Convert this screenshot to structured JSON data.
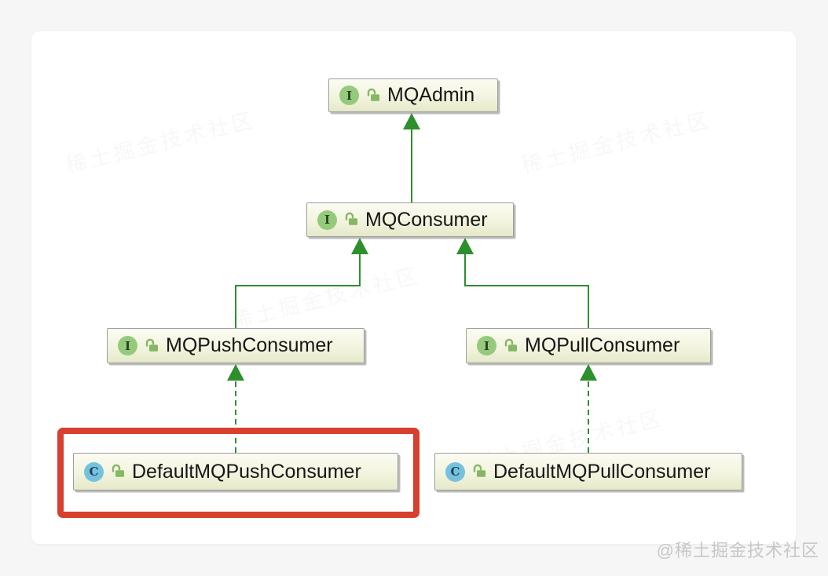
{
  "diagram": {
    "nodes": [
      {
        "label": "MQAdmin",
        "kind": "interface",
        "icon_letter": "I",
        "visibility": "public"
      },
      {
        "label": "MQConsumer",
        "kind": "interface",
        "icon_letter": "I",
        "visibility": "public"
      },
      {
        "label": "MQPushConsumer",
        "kind": "interface",
        "icon_letter": "I",
        "visibility": "public"
      },
      {
        "label": "MQPullConsumer",
        "kind": "interface",
        "icon_letter": "I",
        "visibility": "public"
      },
      {
        "label": "DefaultMQPushConsumer",
        "kind": "class",
        "icon_letter": "C",
        "visibility": "public",
        "highlighted": true
      },
      {
        "label": "DefaultMQPullConsumer",
        "kind": "class",
        "icon_letter": "C",
        "visibility": "public"
      }
    ],
    "edges": [
      {
        "from": "MQConsumer",
        "to": "MQAdmin",
        "type": "extends",
        "style": "solid"
      },
      {
        "from": "MQPushConsumer",
        "to": "MQConsumer",
        "type": "extends",
        "style": "solid"
      },
      {
        "from": "MQPullConsumer",
        "to": "MQConsumer",
        "type": "extends",
        "style": "solid"
      },
      {
        "from": "DefaultMQPushConsumer",
        "to": "MQPushConsumer",
        "type": "implements",
        "style": "dashed"
      },
      {
        "from": "DefaultMQPullConsumer",
        "to": "MQPullConsumer",
        "type": "implements",
        "style": "dashed"
      }
    ],
    "colors": {
      "arrow_green": "#2e8f2e",
      "interface_badge": "#95ca7c",
      "class_badge": "#76c2de",
      "lock_green": "#85b765",
      "highlight_red": "#d7402e",
      "node_border": "#9e9e9e",
      "node_fill_top": "#fbfbf2",
      "node_fill_bottom": "#e6e9c9"
    }
  },
  "watermark": {
    "credit": "@稀土掘金技术社区",
    "ghost": "稀土掘金技术社区"
  }
}
